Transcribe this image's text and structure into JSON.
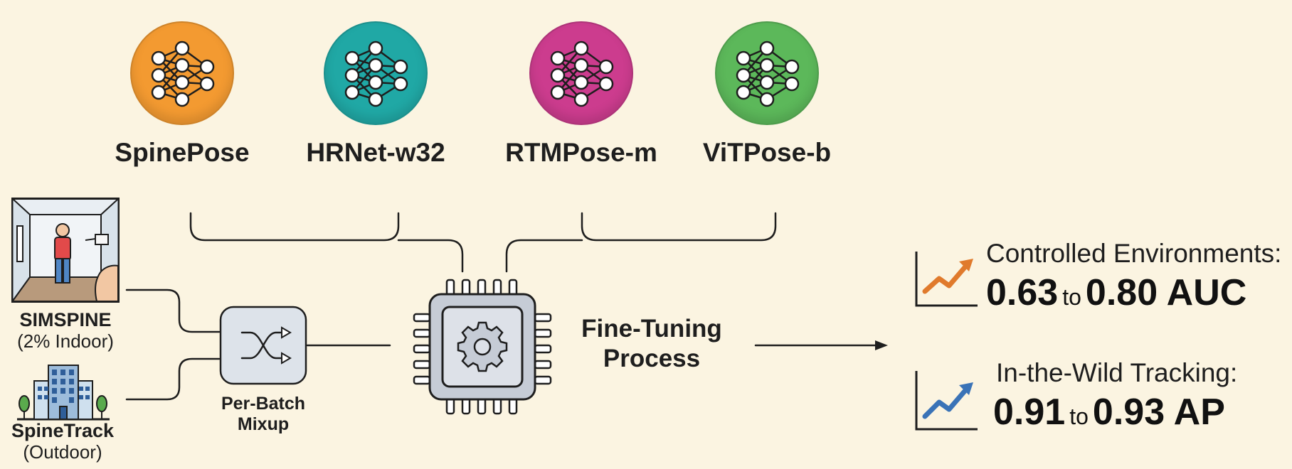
{
  "models": [
    {
      "name": "SpinePose",
      "color": "#f39a31",
      "icon": "neural-network-icon"
    },
    {
      "name": "HRNet-w32",
      "color": "#20a8a5",
      "icon": "neural-network-icon"
    },
    {
      "name": "RTMPose-m",
      "color": "#cc3c8e",
      "icon": "neural-network-icon"
    },
    {
      "name": "ViTPose-b",
      "color": "#5cb85a",
      "icon": "neural-network-icon"
    }
  ],
  "datasets": [
    {
      "name": "SIMSPINE",
      "sub": "(2% Indoor)",
      "icon": "indoor-room-icon"
    },
    {
      "name": "SpineTrack",
      "sub": "(Outdoor)",
      "icon": "building-icon"
    }
  ],
  "mixup": {
    "label_line1": "Per-Batch",
    "label_line2": "Mixup",
    "icon": "shuffle-icon"
  },
  "process": {
    "label_line1": "Fine-Tuning",
    "label_line2": "Process",
    "icon": "chip-gear-icon"
  },
  "results": [
    {
      "heading": "Controlled Environments:",
      "from": "0.63",
      "to_word": "to",
      "to": "0.80",
      "unit": "AUC",
      "icon_color": "#e07a2c",
      "icon": "trend-up-chart-icon"
    },
    {
      "heading": "In-the-Wild Tracking:",
      "from": "0.91",
      "to_word": "to",
      "to": "0.93",
      "unit": "AP",
      "icon_color": "#3a73b7",
      "icon": "trend-up-chart-icon"
    }
  ]
}
